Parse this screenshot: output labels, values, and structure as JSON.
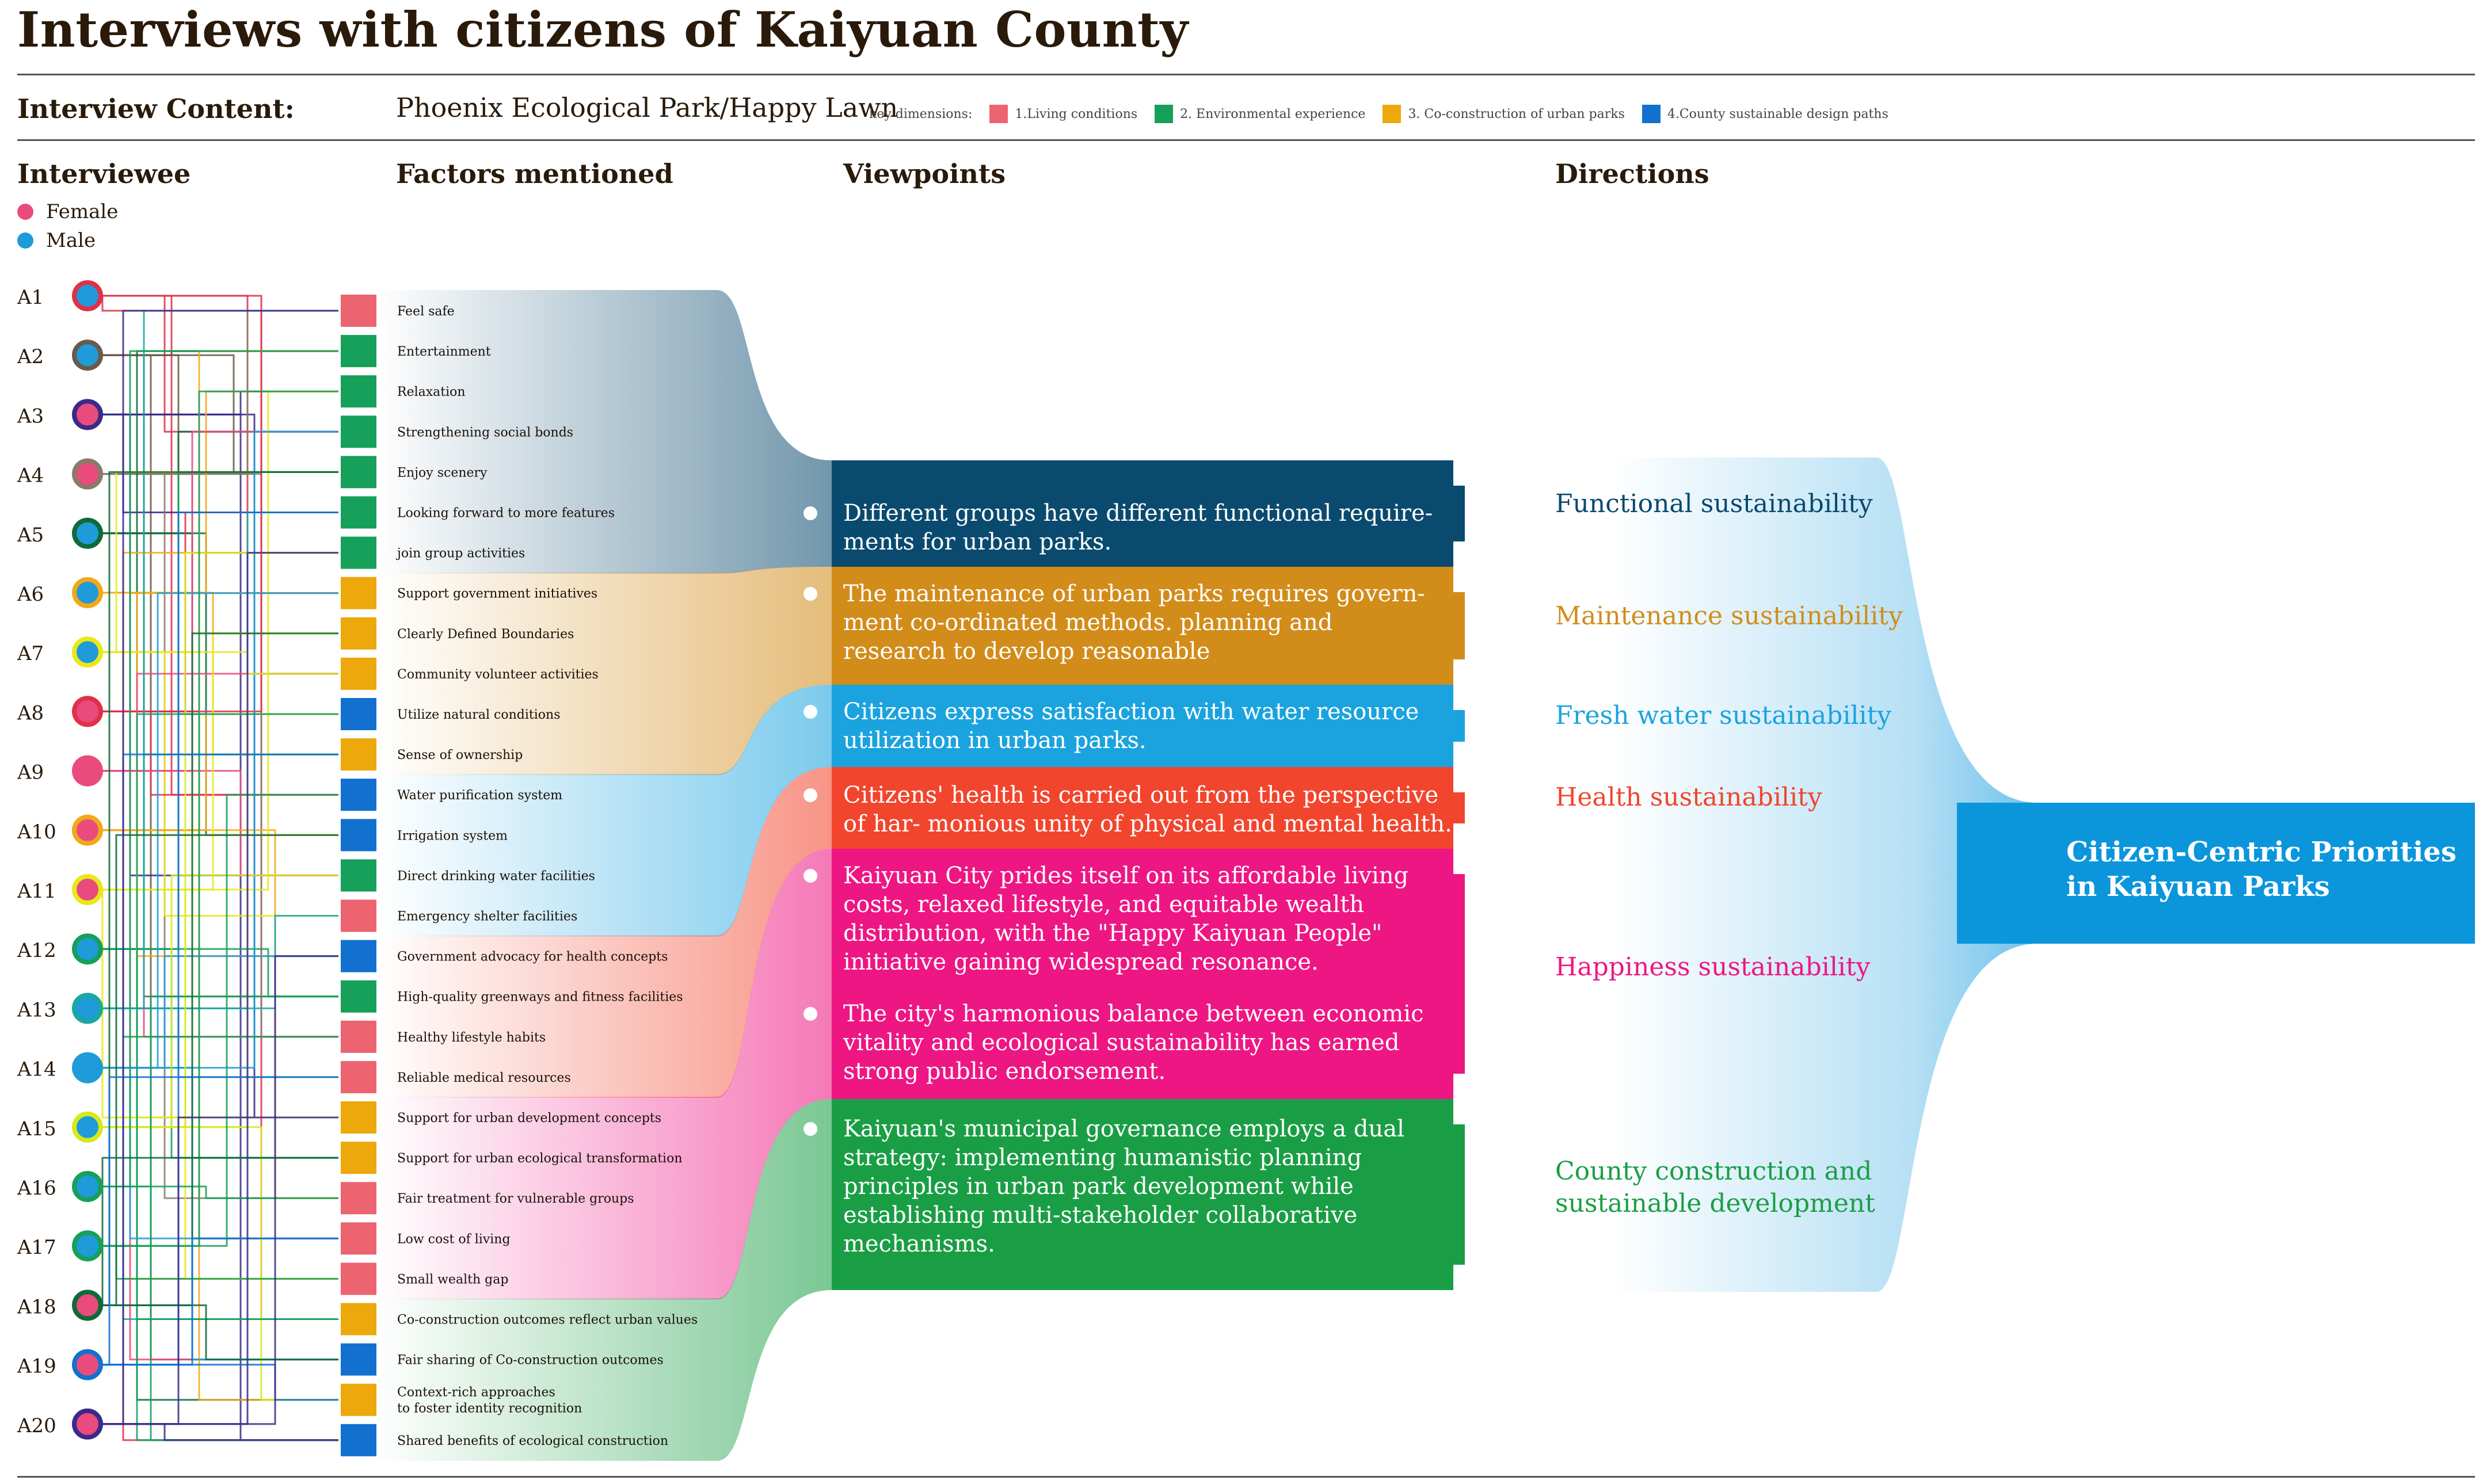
{
  "title": "Interviews with citizens of Kaiyuan County",
  "interview_content_label": "Interview Content:",
  "interview_content_value": "Phoenix Ecological Park/Happy Lawn",
  "key_dimensions": {
    "label": "key dimensions:",
    "items": [
      {
        "text": "1.Living conditions",
        "color": "#EC6470"
      },
      {
        "text": "2. Environmental experience",
        "color": "#16A05A"
      },
      {
        "text": "3. Co-construction of urban parks",
        "color": "#EDA80C"
      },
      {
        "text": "4.County sustainable design paths",
        "color": "#1271CF"
      }
    ]
  },
  "headers": {
    "interviewee": "Interviewee",
    "factors": "Factors mentioned",
    "viewpoints": "Viewpoints",
    "directions": "Directions"
  },
  "gender_legend": {
    "female": {
      "label": "Female",
      "color": "#E94B7C"
    },
    "male": {
      "label": "Male",
      "color": "#1E9BD8"
    }
  },
  "interviewees": [
    {
      "id": "A1",
      "gender": "male",
      "ring": "#E0304A"
    },
    {
      "id": "A2",
      "gender": "male",
      "ring": "#6A5A4A"
    },
    {
      "id": "A3",
      "gender": "female",
      "ring": "#3A2A8A"
    },
    {
      "id": "A4",
      "gender": "female",
      "ring": "#8A7A6A"
    },
    {
      "id": "A5",
      "gender": "male",
      "ring": "#0F6A3A"
    },
    {
      "id": "A6",
      "gender": "male",
      "ring": "#F2A81A"
    },
    {
      "id": "A7",
      "gender": "male",
      "ring": "#E8E81A"
    },
    {
      "id": "A8",
      "gender": "female",
      "ring": "#E0304A"
    },
    {
      "id": "A9",
      "gender": "female",
      "ring": "#E94B7C"
    },
    {
      "id": "A10",
      "gender": "female",
      "ring": "#F2A81A"
    },
    {
      "id": "A11",
      "gender": "female",
      "ring": "#E8E81A"
    },
    {
      "id": "A12",
      "gender": "male",
      "ring": "#16A05A"
    },
    {
      "id": "A13",
      "gender": "male",
      "ring": "#1AA8A0"
    },
    {
      "id": "A14",
      "gender": "male",
      "ring": "#1E9BD8"
    },
    {
      "id": "A15",
      "gender": "male",
      "ring": "#D8E81A"
    },
    {
      "id": "A16",
      "gender": "male",
      "ring": "#16A05A"
    },
    {
      "id": "A17",
      "gender": "male",
      "ring": "#16A05A"
    },
    {
      "id": "A18",
      "gender": "female",
      "ring": "#0F6A3A"
    },
    {
      "id": "A19",
      "gender": "female",
      "ring": "#1271CF"
    },
    {
      "id": "A20",
      "gender": "female",
      "ring": "#3A2A8A"
    }
  ],
  "factors": [
    {
      "text": "Feel safe",
      "dimension": 1
    },
    {
      "text": "Entertainment",
      "dimension": 2
    },
    {
      "text": "Relaxation",
      "dimension": 2
    },
    {
      "text": "Strengthening social bonds",
      "dimension": 2
    },
    {
      "text": "Enjoy scenery",
      "dimension": 2
    },
    {
      "text": "Looking forward to more features",
      "dimension": 2
    },
    {
      "text": "join group activities",
      "dimension": 2
    },
    {
      "text": "Support government initiatives",
      "dimension": 3
    },
    {
      "text": "Clearly Defined Boundaries",
      "dimension": 3
    },
    {
      "text": "Community volunteer activities",
      "dimension": 3
    },
    {
      "text": "Utilize natural conditions",
      "dimension": 4
    },
    {
      "text": "Sense of ownership",
      "dimension": 3
    },
    {
      "text": "Water purification system",
      "dimension": 4
    },
    {
      "text": "Irrigation system",
      "dimension": 4
    },
    {
      "text": "Direct drinking water facilities",
      "dimension": 2
    },
    {
      "text": "Emergency shelter facilities",
      "dimension": 1
    },
    {
      "text": "Government advocacy for health concepts",
      "dimension": 4
    },
    {
      "text": "High-quality greenways and fitness facilities",
      "dimension": 2
    },
    {
      "text": "Healthy lifestyle habits",
      "dimension": 1
    },
    {
      "text": "Reliable medical resources",
      "dimension": 1
    },
    {
      "text": "Support for urban development concepts",
      "dimension": 3
    },
    {
      "text": "Support for urban ecological transformation",
      "dimension": 3
    },
    {
      "text": "Fair treatment for vulnerable groups",
      "dimension": 1
    },
    {
      "text": "Low cost of living",
      "dimension": 1
    },
    {
      "text": "Small wealth gap",
      "dimension": 1
    },
    {
      "text": "Co-construction outcomes reflect urban values",
      "dimension": 3
    },
    {
      "text": "Fair sharing of Co-construction outcomes",
      "dimension": 4
    },
    {
      "text": "Context-rich approaches\nto foster identity recognition",
      "dimension": 3
    },
    {
      "text": "Shared benefits of ecological construction",
      "dimension": 4
    }
  ],
  "groups": [
    {
      "color": "#0A4A6E",
      "start": 0,
      "end": 6,
      "direction": "Functional sustainability",
      "viewpoints": [
        "Different groups have different functional require-\nments for urban parks."
      ]
    },
    {
      "color": "#D28C1A",
      "start": 7,
      "end": 11,
      "direction": "Maintenance sustainability",
      "viewpoints": [
        "The maintenance of urban parks requires govern-\nment co-ordinated methods. planning and\nresearch to develop reasonable"
      ]
    },
    {
      "color": "#1AA3DF",
      "start": 12,
      "end": 15,
      "direction": "Fresh water sustainability",
      "viewpoints": [
        "Citizens express satisfaction with water resource\nutilization in urban parks."
      ]
    },
    {
      "color": "#F2452D",
      "start": 16,
      "end": 19,
      "direction": "Health sustainability",
      "viewpoints": [
        "Citizens' health is carried out from the perspective\nof har- monious unity of physical and mental health."
      ]
    },
    {
      "color": "#EE1683",
      "start": 20,
      "end": 24,
      "direction": "Happiness sustainability",
      "viewpoints": [
        "Kaiyuan City prides itself on its affordable living\ncosts, relaxed lifestyle, and equitable wealth\ndistribution, with the \"Happy Kaiyuan People\"\ninitiative gaining widespread resonance.",
        "The city's harmonious balance between economic\nvitality and ecological sustainability has earned\nstrong public endorsement."
      ]
    },
    {
      "color": "#1A9E45",
      "start": 25,
      "end": 28,
      "direction": "County construction and\nsustainable development",
      "viewpoints": [
        "Kaiyuan's municipal governance employs a dual\nstrategy: implementing humanistic planning\nprinciples in urban park development while\nestablishing multi-stakeholder collaborative\nmechanisms."
      ]
    }
  ],
  "outcome": "Citizen-Centric Priorities\nin Kaiyuan Parks",
  "outcome_color": "#0B96DC",
  "links": [
    [
      0,
      0
    ],
    [
      0,
      3
    ],
    [
      0,
      7
    ],
    [
      0,
      12
    ],
    [
      0,
      25
    ],
    [
      1,
      1
    ],
    [
      1,
      4
    ],
    [
      1,
      10
    ],
    [
      1,
      17
    ],
    [
      1,
      26
    ],
    [
      2,
      2
    ],
    [
      2,
      5
    ],
    [
      2,
      14
    ],
    [
      2,
      20
    ],
    [
      2,
      28
    ],
    [
      3,
      0
    ],
    [
      3,
      6
    ],
    [
      3,
      9
    ],
    [
      3,
      18
    ],
    [
      3,
      22
    ],
    [
      4,
      1
    ],
    [
      4,
      3
    ],
    [
      4,
      13
    ],
    [
      4,
      21
    ],
    [
      4,
      27
    ],
    [
      5,
      2
    ],
    [
      5,
      7
    ],
    [
      5,
      11
    ],
    [
      5,
      16
    ],
    [
      5,
      24
    ],
    [
      6,
      4
    ],
    [
      6,
      8
    ],
    [
      6,
      15
    ],
    [
      6,
      19
    ],
    [
      6,
      25
    ],
    [
      7,
      0
    ],
    [
      7,
      5
    ],
    [
      7,
      12
    ],
    [
      7,
      23
    ],
    [
      7,
      28
    ],
    [
      8,
      3
    ],
    [
      8,
      9
    ],
    [
      8,
      14
    ],
    [
      8,
      18
    ],
    [
      8,
      26
    ],
    [
      9,
      1
    ],
    [
      9,
      6
    ],
    [
      9,
      10
    ],
    [
      9,
      22
    ],
    [
      9,
      27
    ],
    [
      10,
      2
    ],
    [
      10,
      8
    ],
    [
      10,
      13
    ],
    [
      10,
      20
    ],
    [
      10,
      24
    ],
    [
      11,
      4
    ],
    [
      11,
      11
    ],
    [
      11,
      17
    ],
    [
      11,
      21
    ],
    [
      11,
      28
    ],
    [
      12,
      0
    ],
    [
      12,
      5
    ],
    [
      12,
      15
    ],
    [
      12,
      19
    ],
    [
      12,
      25
    ],
    [
      13,
      3
    ],
    [
      13,
      7
    ],
    [
      13,
      16
    ],
    [
      13,
      23
    ],
    [
      13,
      26
    ],
    [
      14,
      6
    ],
    [
      14,
      9
    ],
    [
      14,
      14
    ],
    [
      14,
      20
    ],
    [
      14,
      27
    ],
    [
      15,
      1
    ],
    [
      15,
      10
    ],
    [
      15,
      18
    ],
    [
      15,
      22
    ],
    [
      15,
      28
    ],
    [
      16,
      2
    ],
    [
      16,
      12
    ],
    [
      16,
      17
    ],
    [
      16,
      24
    ],
    [
      16,
      25
    ],
    [
      17,
      4
    ],
    [
      17,
      8
    ],
    [
      17,
      13
    ],
    [
      17,
      21
    ],
    [
      17,
      26
    ],
    [
      18,
      5
    ],
    [
      18,
      11
    ],
    [
      18,
      19
    ],
    [
      18,
      23
    ],
    [
      18,
      27
    ],
    [
      19,
      0
    ],
    [
      19,
      6
    ],
    [
      19,
      16
    ],
    [
      19,
      20
    ],
    [
      19,
      28
    ]
  ]
}
